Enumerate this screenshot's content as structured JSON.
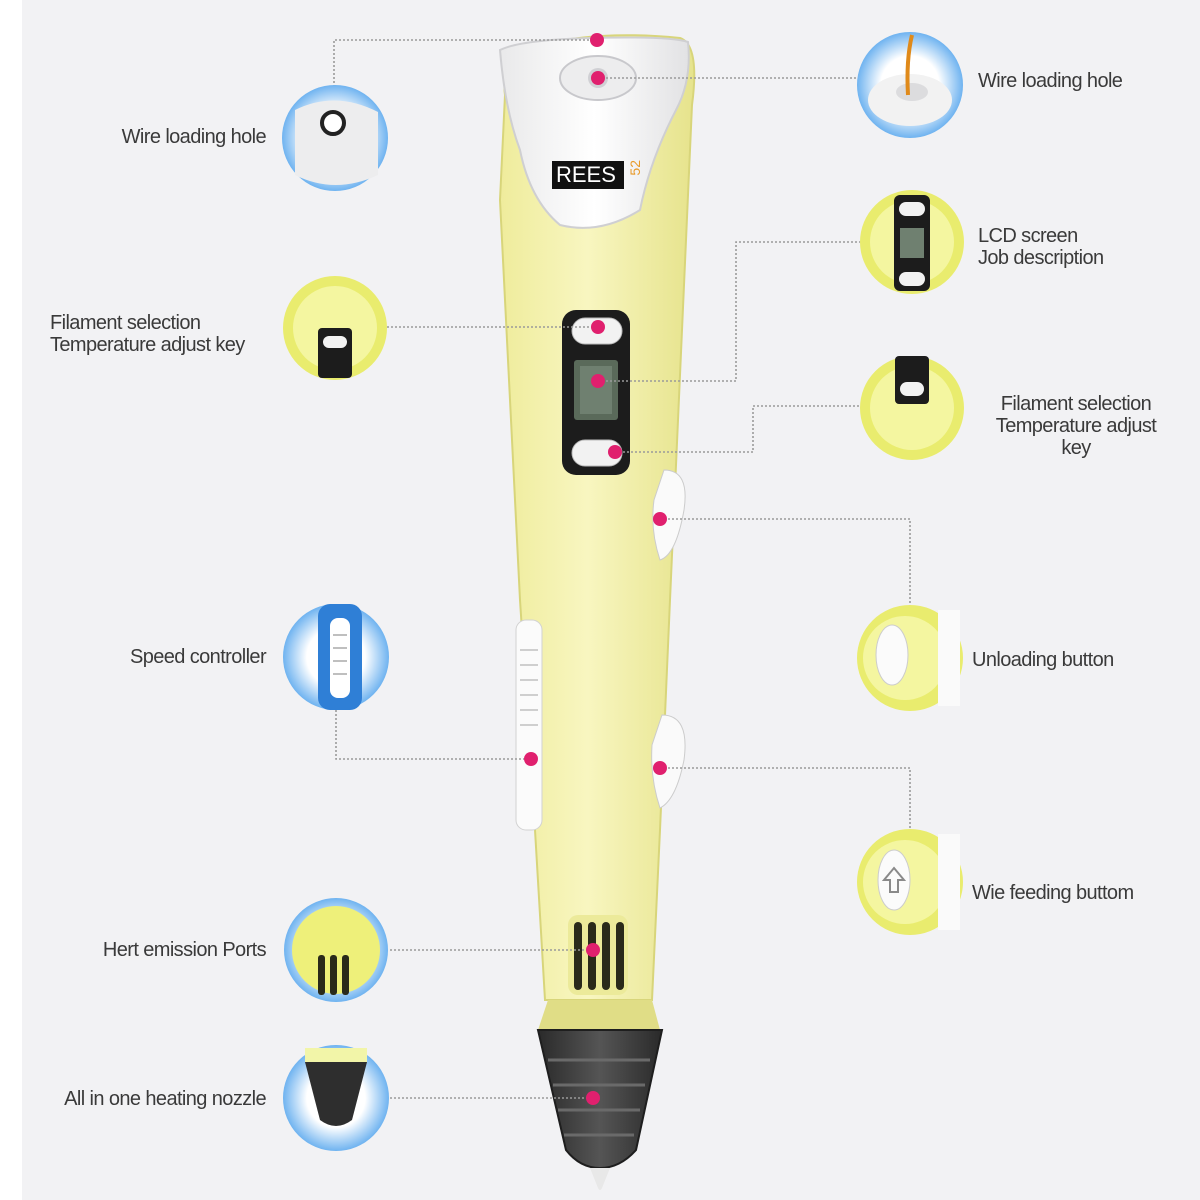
{
  "brand": {
    "text_main": "REES",
    "text_sub": "52"
  },
  "colors": {
    "pen_body": "#f4f2b0",
    "pen_shade": "#e4e18a",
    "pen_cap": "#f6f6f6",
    "nozzle": "#3b3b3b",
    "dot": "#e0206e",
    "leader": "#9a9a9a",
    "label_text": "#3a3a3a",
    "accent_blue": "#2f7fd6"
  },
  "callouts": {
    "wire_hole_left": "Wire loading hole",
    "filament_left_1": "Filament selection",
    "filament_left_2": "Temperature adjust key",
    "speed": "Speed controller",
    "heat_ports": "Hert emission Ports",
    "nozzle": "All in one heating nozzle",
    "wire_hole_right": "Wire loading hole",
    "lcd_1": "LCD screen",
    "lcd_2": "Job description",
    "filament_right_1": "Filament selection",
    "filament_right_2": "Temperature adjust",
    "filament_right_3": "key",
    "unloading": "Unloading button",
    "feeding": "Wie feeding buttom"
  }
}
